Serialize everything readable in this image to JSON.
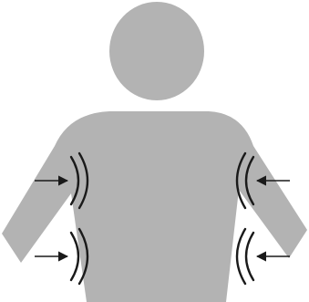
{
  "figure": {
    "subject": "person-silhouette",
    "colors": {
      "body": "#b3b3b3",
      "ink": "#1a1a1a",
      "background": "#ffffff"
    },
    "icons": [
      "head-shape",
      "torso-with-arms-shape",
      "compression-wave-icon",
      "inward-arrow-icon"
    ],
    "indicators": [
      {
        "side": "left",
        "level": "upper",
        "arrow_direction": "right"
      },
      {
        "side": "left",
        "level": "lower",
        "arrow_direction": "right"
      },
      {
        "side": "right",
        "level": "upper",
        "arrow_direction": "left"
      },
      {
        "side": "right",
        "level": "lower",
        "arrow_direction": "left"
      }
    ]
  }
}
